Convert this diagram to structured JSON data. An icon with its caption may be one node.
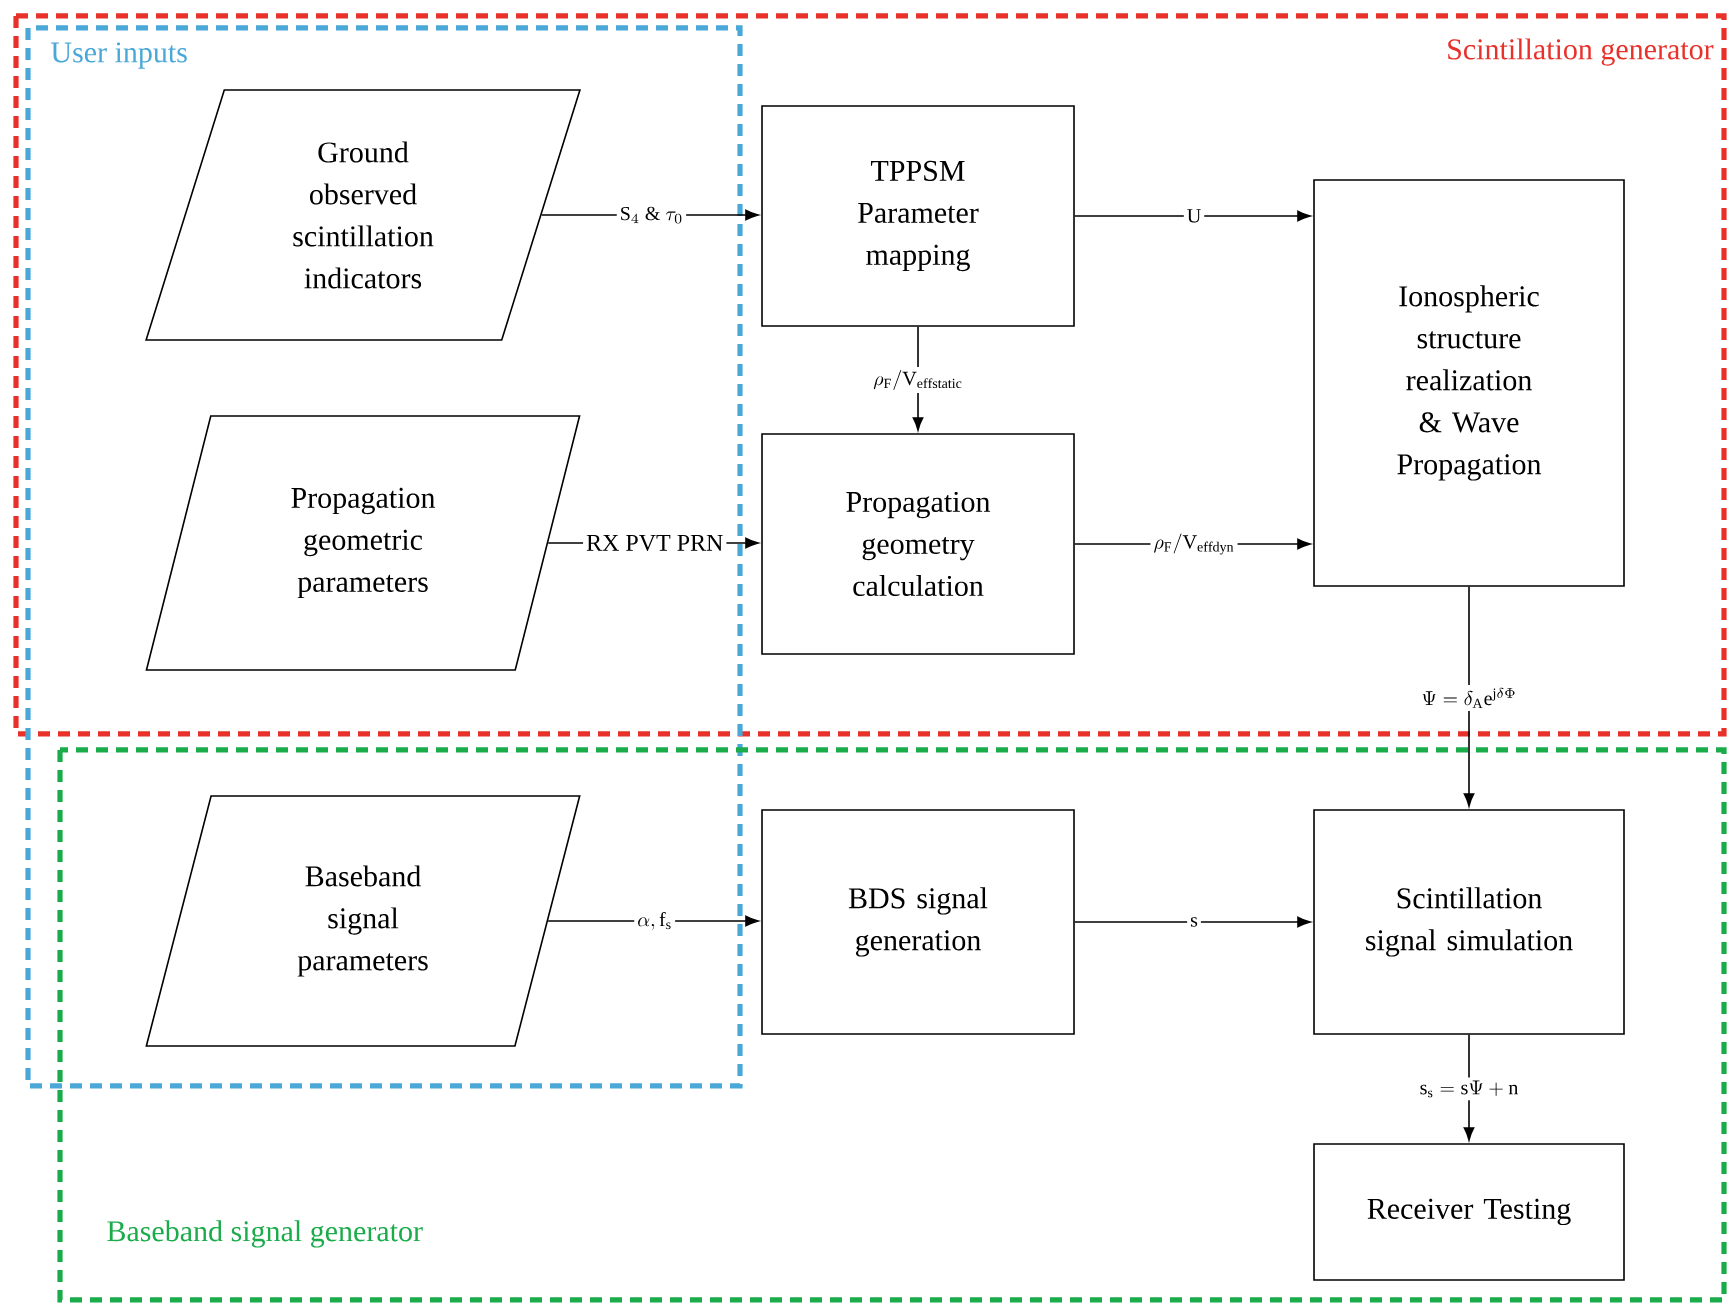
{
  "diagram": {
    "nodes": [
      {
        "text": [
          "Ground observed scintillation indicators"
        ]
      },
      {
        "text": [
          "TPPSM Parameter mapping"
        ]
      },
      {
        "text": [
          "Ionospheric structure realization & Wave Propagation"
        ]
      },
      {
        "text": [
          "Propagation geometric parameters"
        ]
      },
      {
        "text": [
          "Propagation geometry calculation"
        ]
      },
      {
        "text": [
          "Baseband signal parameters"
        ]
      },
      {
        "text": [
          "BDS signal generation"
        ]
      },
      {
        "text": [
          "Scintillation signal simulation"
        ]
      },
      {
        "text": [
          "Receiver Testing"
        ]
      }
    ],
    "edges": [
      {
        "from": 0,
        "to": 1,
        "arrow": "to",
        "label": "\\mathrm{S}_4\\ \\&\\ \\tau_0"
      },
      {
        "from": 1,
        "to": 2,
        "arrow": "to",
        "label": "U"
      },
      {
        "from": 1,
        "to": 4,
        "arrow": "to",
        "label": "\\rho_{\\mathrm{F}}/\\mathrm{V}_{\\mathrm{effstatic}}"
      },
      {
        "from": 3,
        "to": 4,
        "arrow": "to",
        "label": "RX PVT PRN"
      },
      {
        "from": 4,
        "to": 2,
        "arrow": "to",
        "label": "\\rho_{\\mathrm{F}}/\\mathrm{V}_{\\mathrm{effdyn}}"
      },
      {
        "from": 2,
        "to": 7,
        "arrow": "to",
        "label": "\\Psi=\\delta_{\\mathrm{A}}\\mathrm{e}^{\\mathrm{j}\\delta\\Phi}"
      },
      {
        "from": 5,
        "to": 6,
        "arrow": "to",
        "label": "\\alpha,\\mathrm{f}_{\\mathrm{s}}"
      },
      {
        "from": 6,
        "to": 7,
        "arrow": "to",
        "label": "s"
      },
      {
        "from": 7,
        "to": 8,
        "arrow": "to",
        "label": "\\mathrm{s}_{\\mathrm{s}}=\\mathrm{s}\\Psi+\\mathrm{n}"
      }
    ],
    "labels": [
      "Scintillation generator",
      "User inputs",
      "Baseband signal generator"
    ]
  }
}
